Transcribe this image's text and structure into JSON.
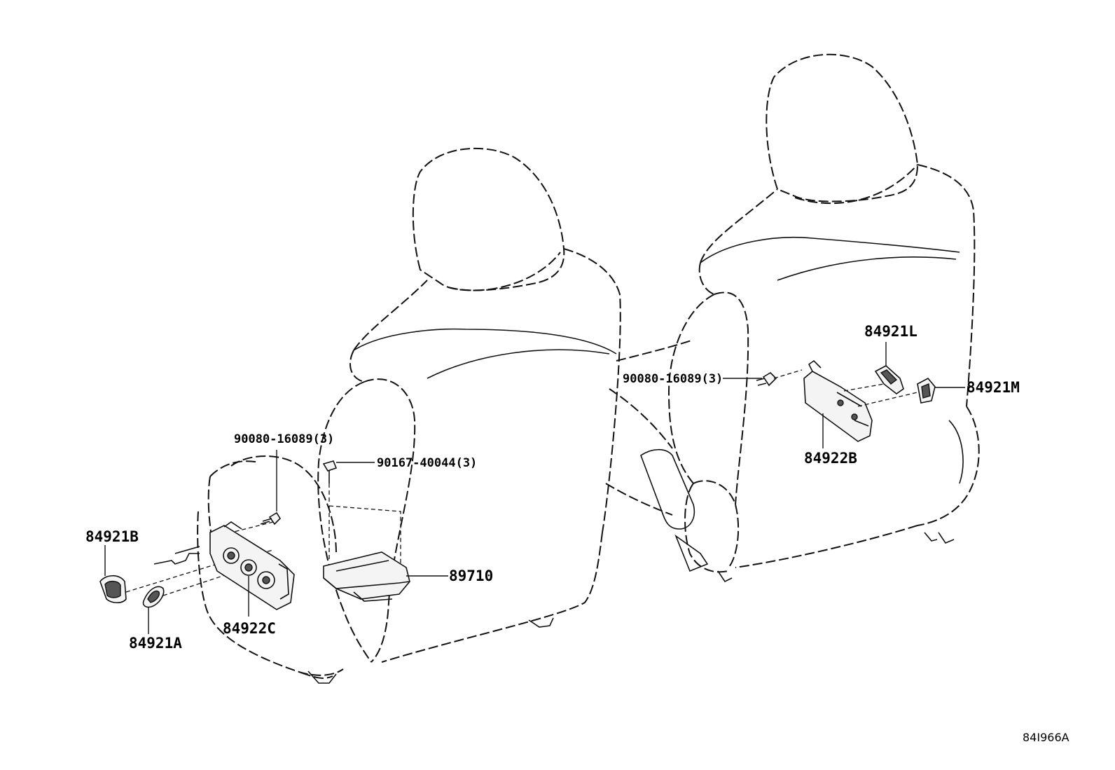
{
  "diagram_code": "84I966A",
  "callouts": {
    "p84921B": "84921B",
    "p84921A": "84921A",
    "p84922C": "84922C",
    "p90080_left": "90080-16089(3)",
    "p90167": "90167-40044(3)",
    "p89710": "89710",
    "p84921L": "84921L",
    "p84921M": "84921M",
    "p90080_right": "90080-16089(3)",
    "p84922B": "84922B"
  }
}
